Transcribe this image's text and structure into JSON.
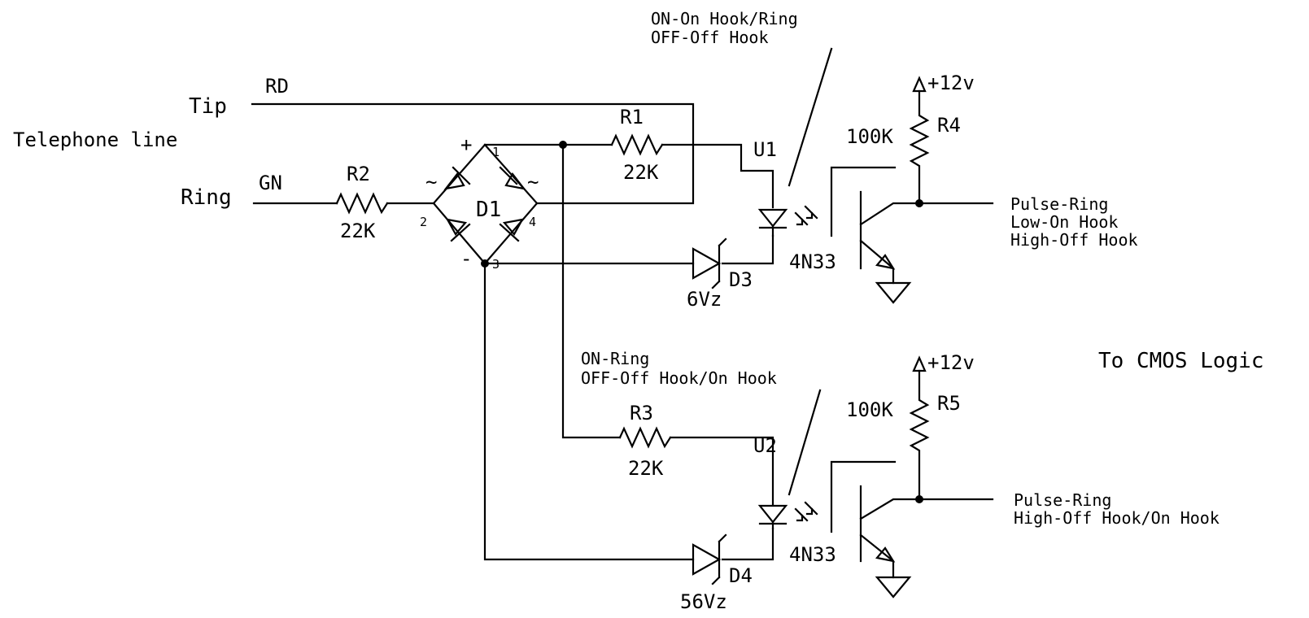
{
  "line": {
    "tip": "Tip",
    "ring": "Ring",
    "telephone": "Telephone line",
    "rd": "RD",
    "gn": "GN"
  },
  "r2": {
    "name": "R2",
    "value": "22K"
  },
  "r1": {
    "name": "R1",
    "value": "22K"
  },
  "r3": {
    "name": "R3",
    "value": "22K"
  },
  "r4": {
    "name": "R4",
    "value": "100K"
  },
  "r5": {
    "name": "R5",
    "value": "100K"
  },
  "d1": {
    "name": "D1",
    "plus": "+",
    "minus": "-",
    "tilde_left": "~",
    "tilde_right": "~",
    "pins": [
      "1",
      "2",
      "3",
      "4"
    ]
  },
  "d3": {
    "name": "D3",
    "value": "6Vz"
  },
  "d4": {
    "name": "D4",
    "value": "56Vz"
  },
  "u1": {
    "name": "U1",
    "part": "4N33",
    "note_on": "ON-On Hook/Ring",
    "note_off": "OFF-Off Hook",
    "supply": "+12v",
    "out_lines": [
      "Pulse-Ring",
      "Low-On Hook",
      "High-Off Hook"
    ]
  },
  "u2": {
    "name": "U2",
    "part": "4N33",
    "note_on": "ON-Ring",
    "note_off": "OFF-Off Hook/On Hook",
    "supply": "+12v",
    "out_lines": [
      "Pulse-Ring",
      "High-Off Hook/On Hook"
    ]
  },
  "cmos": "To CMOS Logic"
}
